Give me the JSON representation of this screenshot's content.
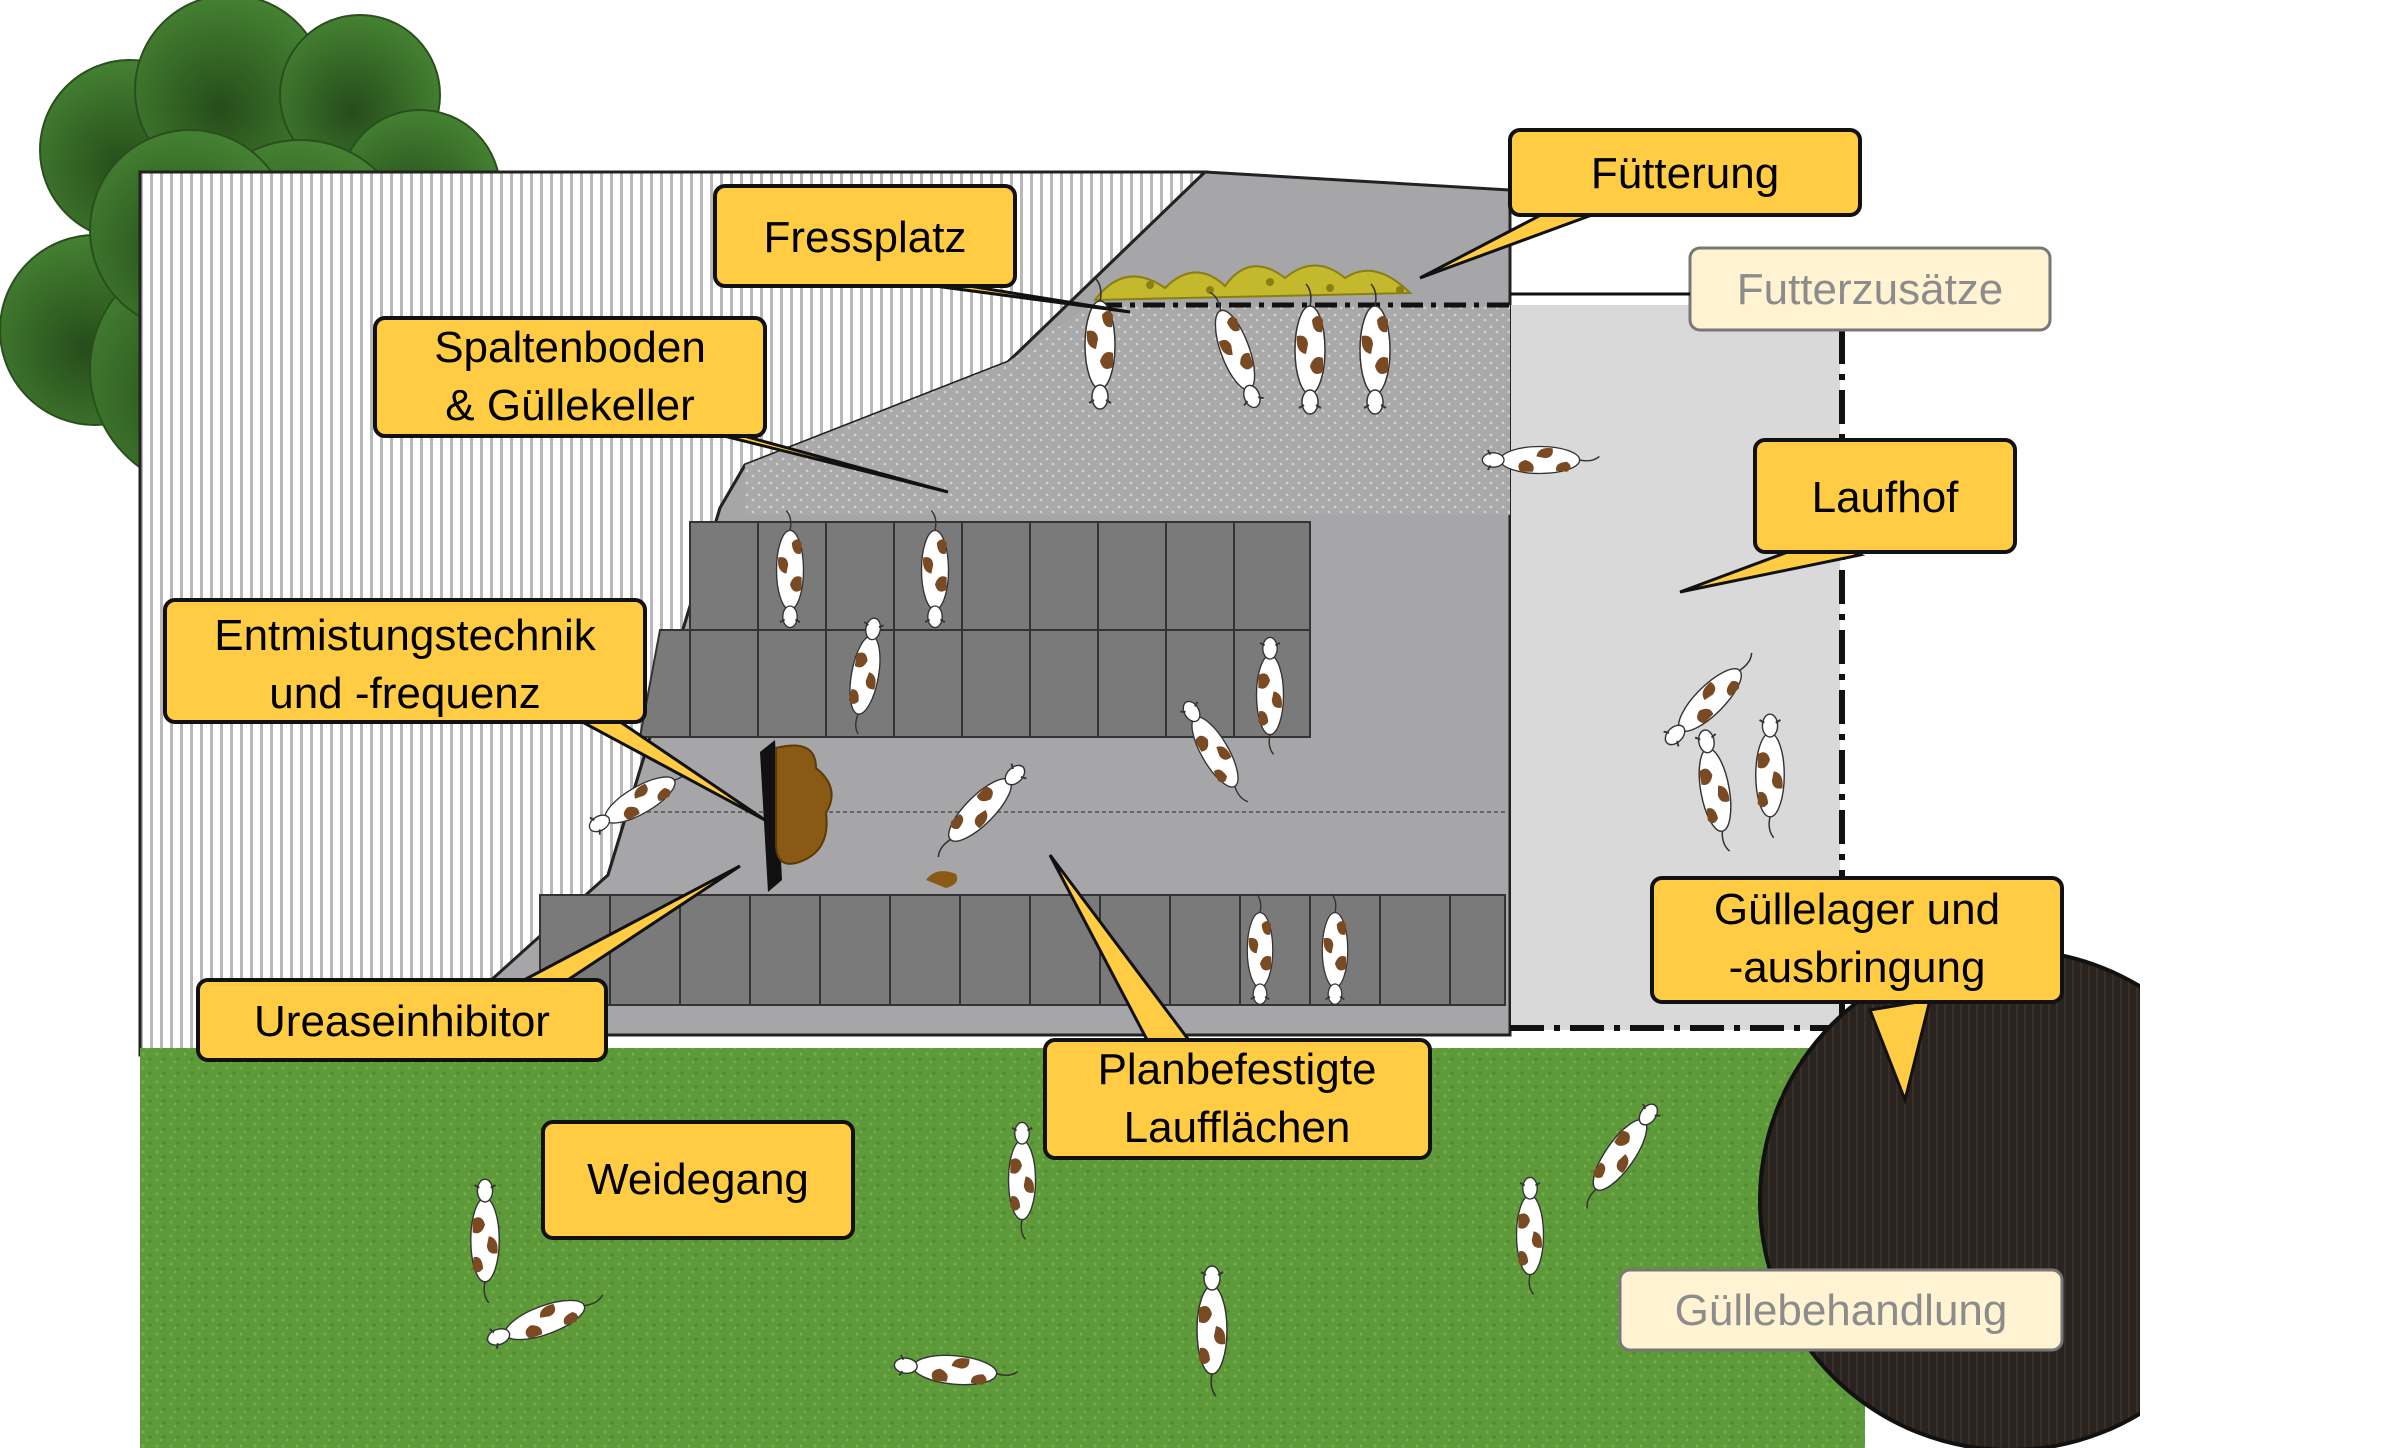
{
  "colors": {
    "callout_fill": "#ffcc44",
    "callout_muted_fill": "#fff3d2",
    "pasture": "#5e9a3a",
    "barn_floor": "#a6a5a7",
    "slatted_floor": "#7a7a7a",
    "exercise_yard": "#d9d9d9",
    "manure_store": "#2a2420",
    "tree": "#3f7a2e",
    "feed": "#c4b82c",
    "cow_patch": "#7a4a22"
  },
  "labels": {
    "fressplatz": "Fressplatz",
    "fuetterung": "Fütterung",
    "futterzusaetze": "Futterzusätze",
    "spaltenboden_line1": "Spaltenboden",
    "spaltenboden_line2": "& Güllekeller",
    "laufhof": "Laufhof",
    "entmistung_line1": "Entmistungstechnik",
    "entmistung_line2": "und -frequenz",
    "guellelager_line1": "Güllelager und",
    "guellelager_line2": "-ausbringung",
    "ureaseinhibitor": "Ureaseinhibitor",
    "planbefestigte_line1": "Planbefestigte",
    "planbefestigte_line2": "Laufflächen",
    "weidegang": "Weidegang",
    "guellebehandlung": "Güllebehandlung"
  },
  "icons": [
    "tree-icon",
    "cow-icon",
    "manure-scraper-icon",
    "manure-pile-icon",
    "feed-heap-icon"
  ]
}
